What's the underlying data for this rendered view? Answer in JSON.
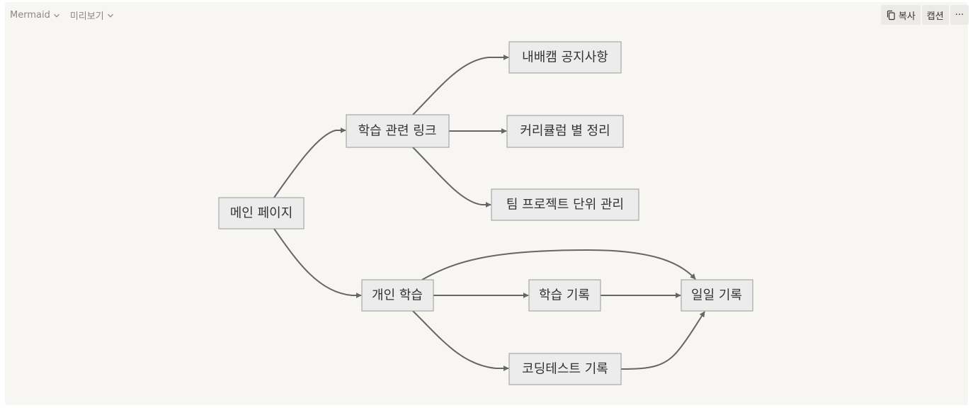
{
  "toolbar": {
    "language": "Mermaid",
    "view_mode": "미리보기",
    "copy_label": "복사",
    "caption_label": "캡션",
    "more_label": "···"
  },
  "diagram": {
    "type": "flowchart",
    "direction": "left-to-right",
    "node_fill": "#ececec",
    "node_border": "#999999",
    "edge_color": "#666666",
    "nodes": [
      {
        "id": "main",
        "label": "메인 페이지"
      },
      {
        "id": "study_links",
        "label": "학습 관련 링크"
      },
      {
        "id": "notice",
        "label": "내배캠 공지사항"
      },
      {
        "id": "curriculum",
        "label": "커리큘럼 별 정리"
      },
      {
        "id": "team_project",
        "label": "팀 프로젝트 단위 관리"
      },
      {
        "id": "personal",
        "label": "개인 학습"
      },
      {
        "id": "study_record",
        "label": "학습 기록"
      },
      {
        "id": "daily_record",
        "label": "일일 기록"
      },
      {
        "id": "coding_test",
        "label": "코딩테스트 기록"
      }
    ],
    "edges": [
      {
        "from": "main",
        "to": "study_links"
      },
      {
        "from": "main",
        "to": "personal"
      },
      {
        "from": "study_links",
        "to": "notice"
      },
      {
        "from": "study_links",
        "to": "curriculum"
      },
      {
        "from": "study_links",
        "to": "team_project"
      },
      {
        "from": "personal",
        "to": "daily_record"
      },
      {
        "from": "personal",
        "to": "study_record"
      },
      {
        "from": "personal",
        "to": "coding_test"
      },
      {
        "from": "study_record",
        "to": "daily_record"
      },
      {
        "from": "coding_test",
        "to": "daily_record"
      }
    ]
  }
}
